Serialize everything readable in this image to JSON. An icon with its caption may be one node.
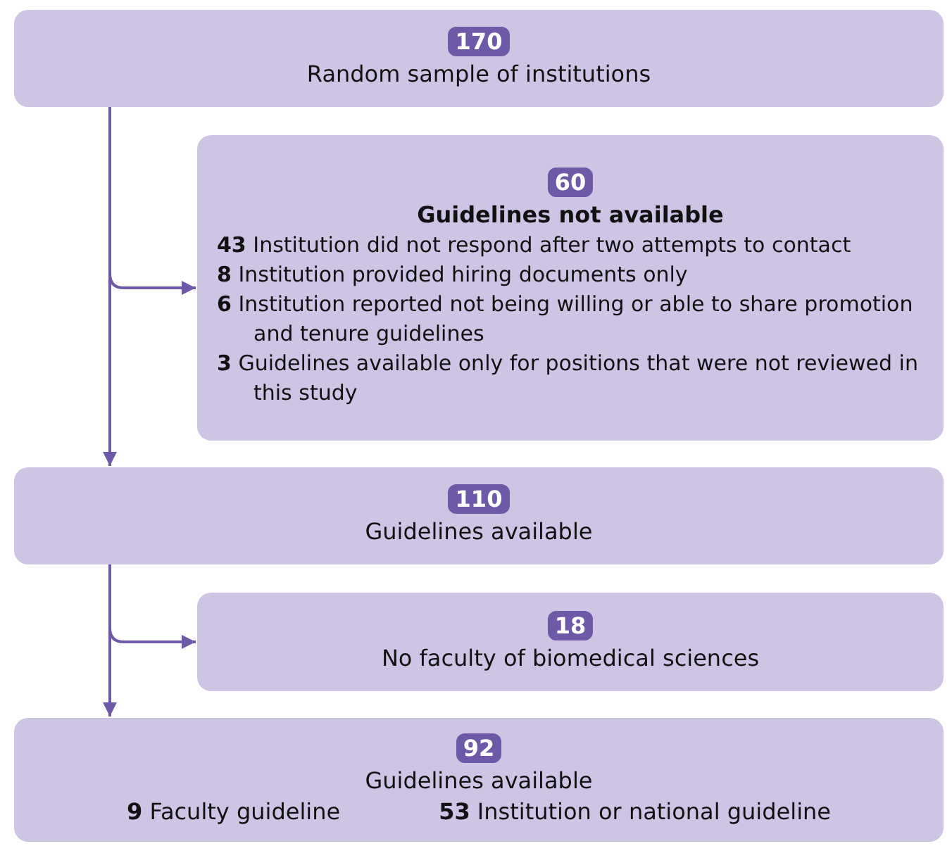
{
  "diagram": {
    "nodes": [
      {
        "text": [
          "170",
          "Random sample of institutions"
        ]
      },
      {
        "text": [
          "60",
          "Guidelines not available",
          "**43** Institution did not respond after two attempts to contact",
          "**8** Institution provided hiring documents only",
          "**6** Institution reported not being willing or able to share promotion and tenure guidelines",
          "**3** Guidelines available only for positions that were not reviewed in this study"
        ]
      },
      {
        "text": [
          "110",
          "Guidelines available"
        ]
      },
      {
        "text": [
          "18",
          "No faculty of biomedical sciences"
        ]
      },
      {
        "text": [
          "92",
          "Guidelines available",
          "**9** Faculty guideline",
          "**53** Institution or national guideline"
        ]
      }
    ],
    "edges": [
      {
        "from": 0,
        "to": 1,
        "arrow": "to"
      },
      {
        "from": 0,
        "to": 2,
        "arrow": "to"
      },
      {
        "from": 2,
        "to": 3,
        "arrow": "to"
      },
      {
        "from": 2,
        "to": 4,
        "arrow": "to"
      }
    ]
  }
}
